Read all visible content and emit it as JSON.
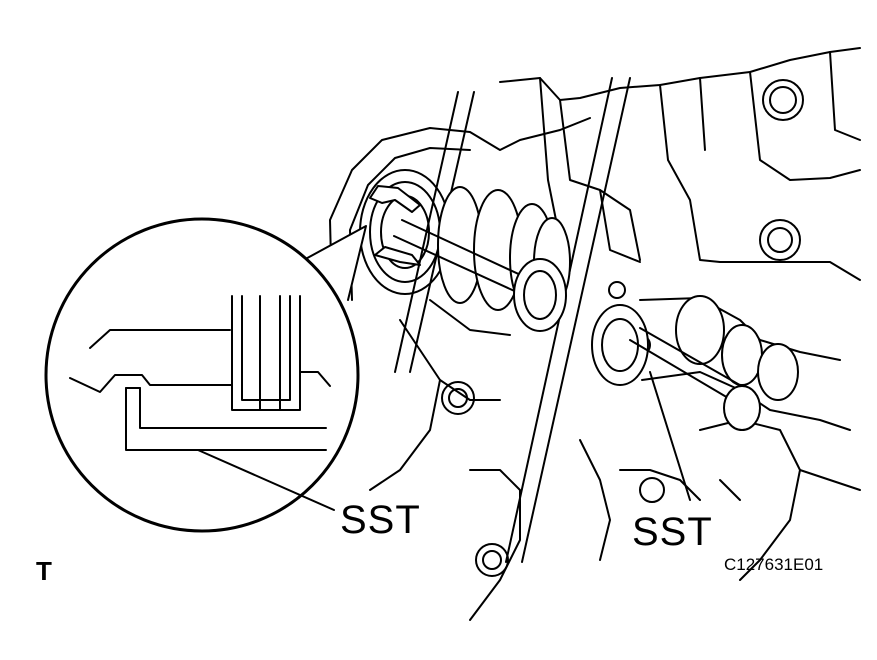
{
  "figure": {
    "callouts": {
      "sst_left": "SST",
      "sst_right": "SST"
    },
    "orientation_mark": "T",
    "figure_id": "C127631E01"
  },
  "colors": {
    "ink": "#000000",
    "paper": "#ffffff"
  }
}
